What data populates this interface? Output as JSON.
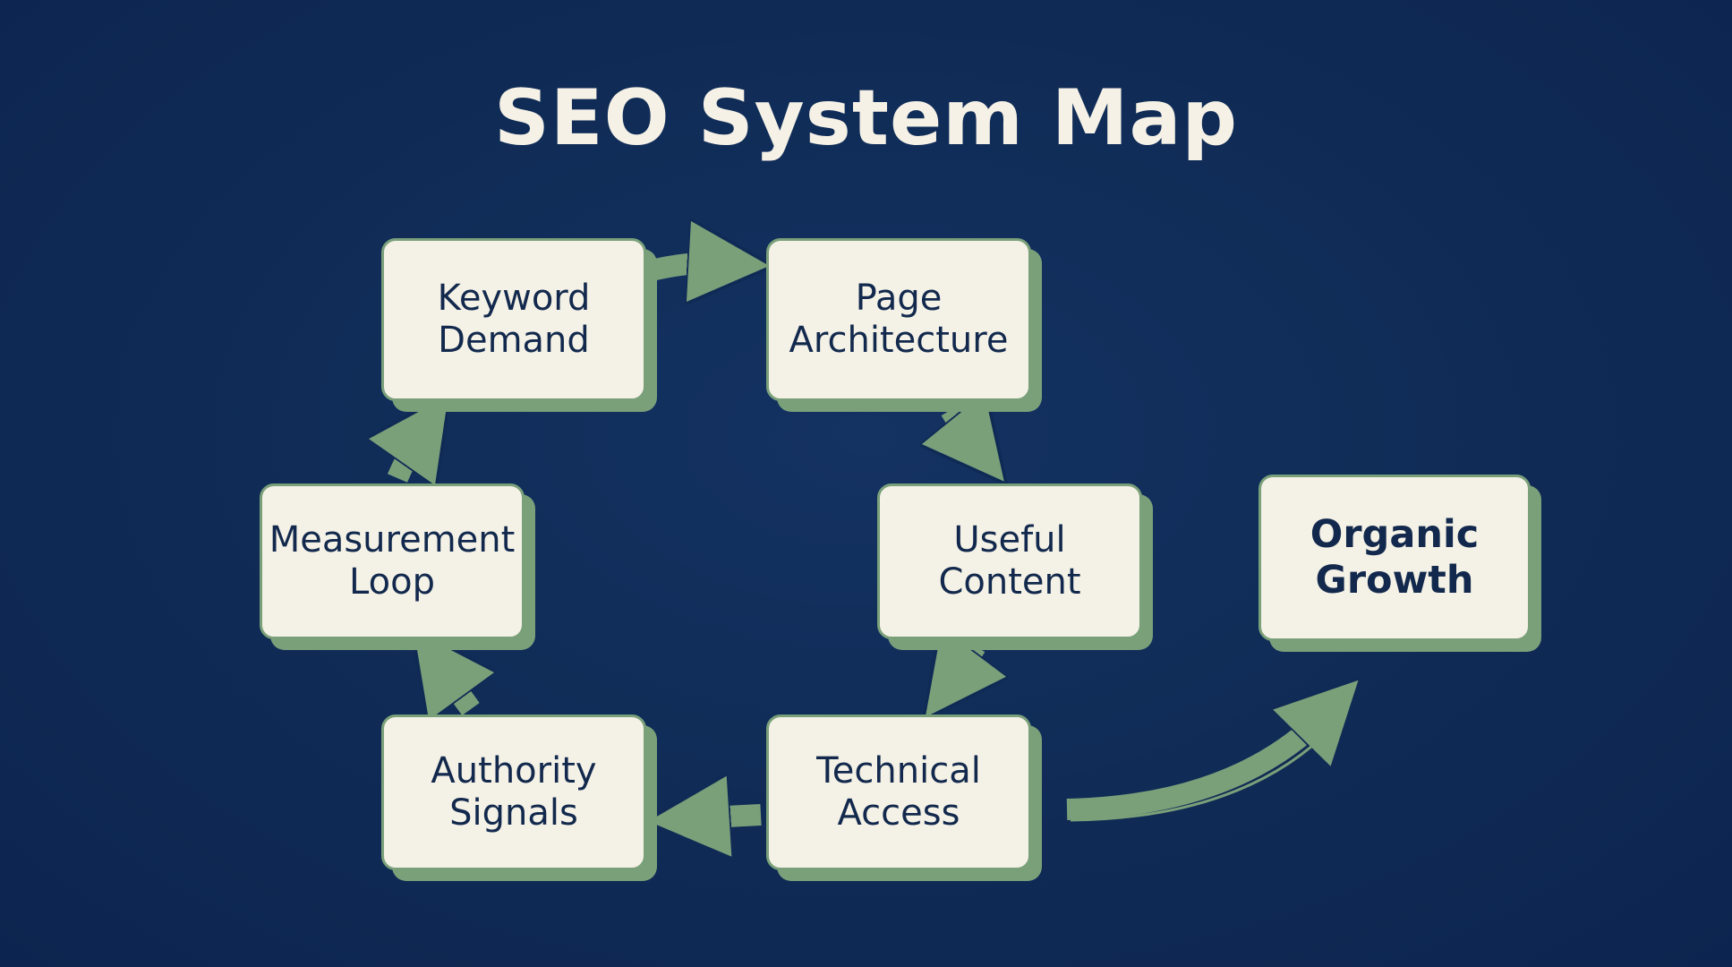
{
  "title": "SEO System Map",
  "colors": {
    "background": "#0f2b55",
    "node_fill": "#f4f1e6",
    "node_border": "#7aa07a",
    "arrow": "#7aa07a",
    "text": "#12294d"
  },
  "nodes": {
    "keyword_demand": "Keyword\nDemand",
    "page_architecture": "Page\nArchitecture",
    "useful_content": "Useful\nContent",
    "technical_access": "Technical\nAccess",
    "authority_signals": "Authority\nSignals",
    "measurement_loop": "Measurement\nLoop",
    "organic_growth": "Organic\nGrowth"
  },
  "edges": [
    {
      "from": "keyword_demand",
      "to": "page_architecture"
    },
    {
      "from": "page_architecture",
      "to": "useful_content"
    },
    {
      "from": "useful_content",
      "to": "technical_access"
    },
    {
      "from": "technical_access",
      "to": "authority_signals"
    },
    {
      "from": "authority_signals",
      "to": "measurement_loop"
    },
    {
      "from": "measurement_loop",
      "to": "keyword_demand"
    },
    {
      "from": "technical_access",
      "to": "organic_growth"
    }
  ]
}
